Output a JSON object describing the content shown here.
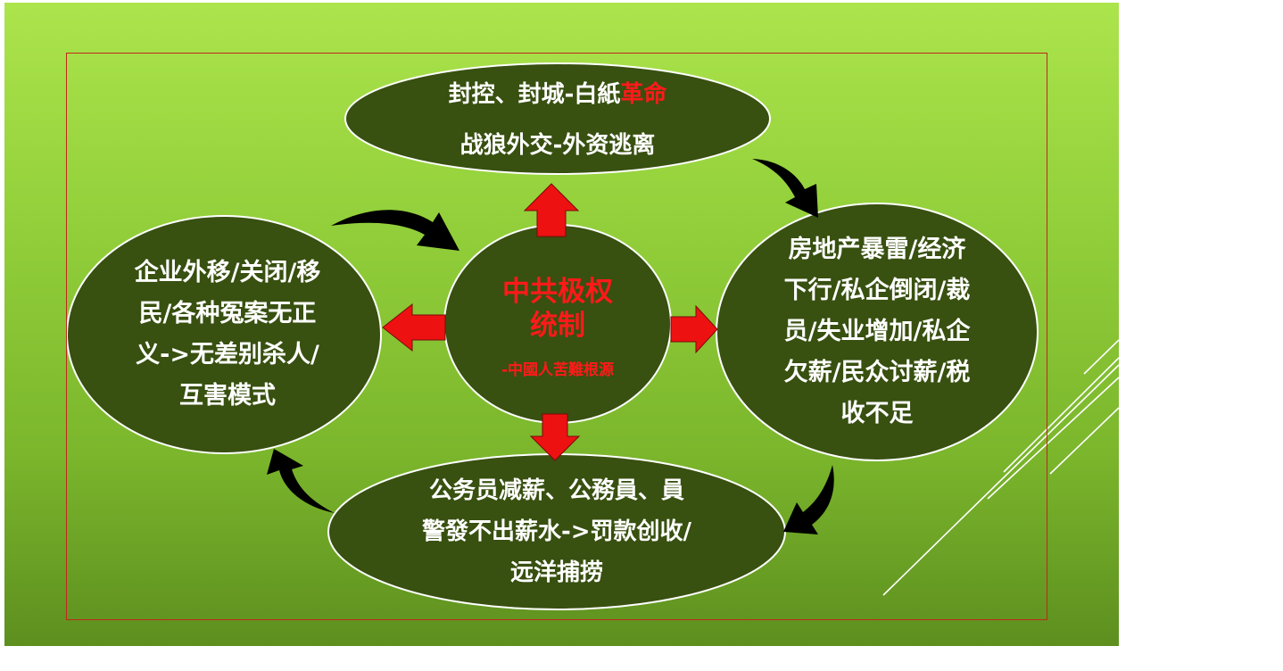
{
  "diagram": {
    "center": {
      "title_lines": [
        "中共极权",
        "统制"
      ],
      "subtitle": "-中國人苦難根源"
    },
    "top": {
      "line1_white": "封控、封城-白紙",
      "line1_red": "革命",
      "line2": "战狼外交-外资逃离"
    },
    "right": {
      "lines": [
        "房地产暴雷/经济",
        "下行/私企倒闭/裁",
        "员/失业增加/私企",
        "欠薪/民众讨薪/税",
        "收不足"
      ]
    },
    "bottom": {
      "lines": [
        "公务员减薪、公務員、員",
        "警發不出薪水->罚款创收/",
        "远洋捕捞"
      ]
    },
    "left": {
      "lines": [
        "企业外移/关闭/移",
        "民/各种冤案无正",
        "义->无差别杀人/",
        "互害模式"
      ]
    }
  },
  "colors": {
    "ellipse_fill": "#385010",
    "accent_red": "#ff1a1a",
    "arrow_block": "#ee1111",
    "curve_arrow": "#000000"
  }
}
